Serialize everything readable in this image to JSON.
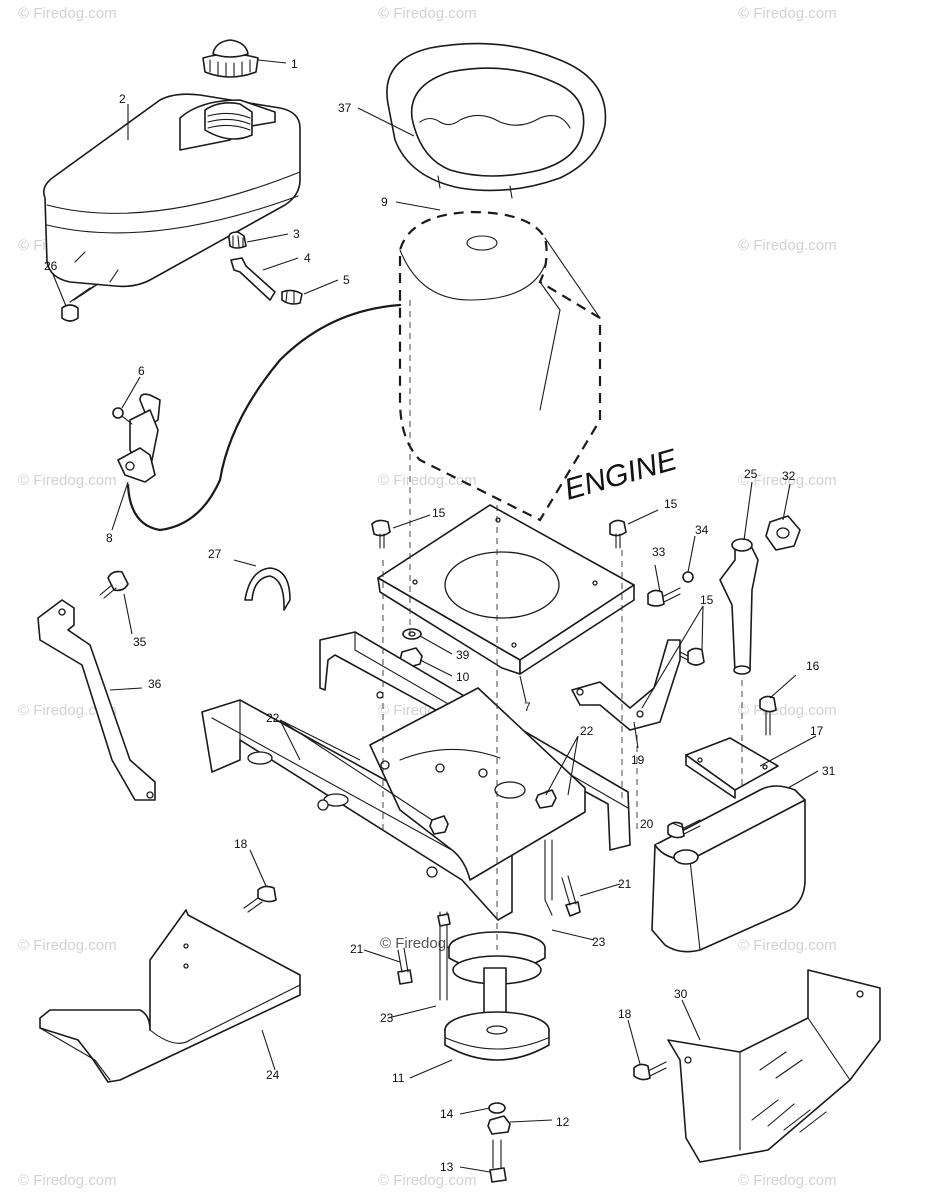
{
  "watermark": "© Firedog.com",
  "engine_label": "ENGINE",
  "callouts": [
    "1",
    "2",
    "3",
    "4",
    "5",
    "26",
    "37",
    "9",
    "6",
    "8",
    "27",
    "35",
    "36",
    "15",
    "15",
    "33",
    "34",
    "25",
    "32",
    "15",
    "39",
    "10",
    "7",
    "22",
    "22",
    "19",
    "16",
    "17",
    "31",
    "20",
    "21",
    "18",
    "21",
    "23",
    "23",
    "24",
    "11",
    "14",
    "12",
    "13",
    "18",
    "30"
  ]
}
